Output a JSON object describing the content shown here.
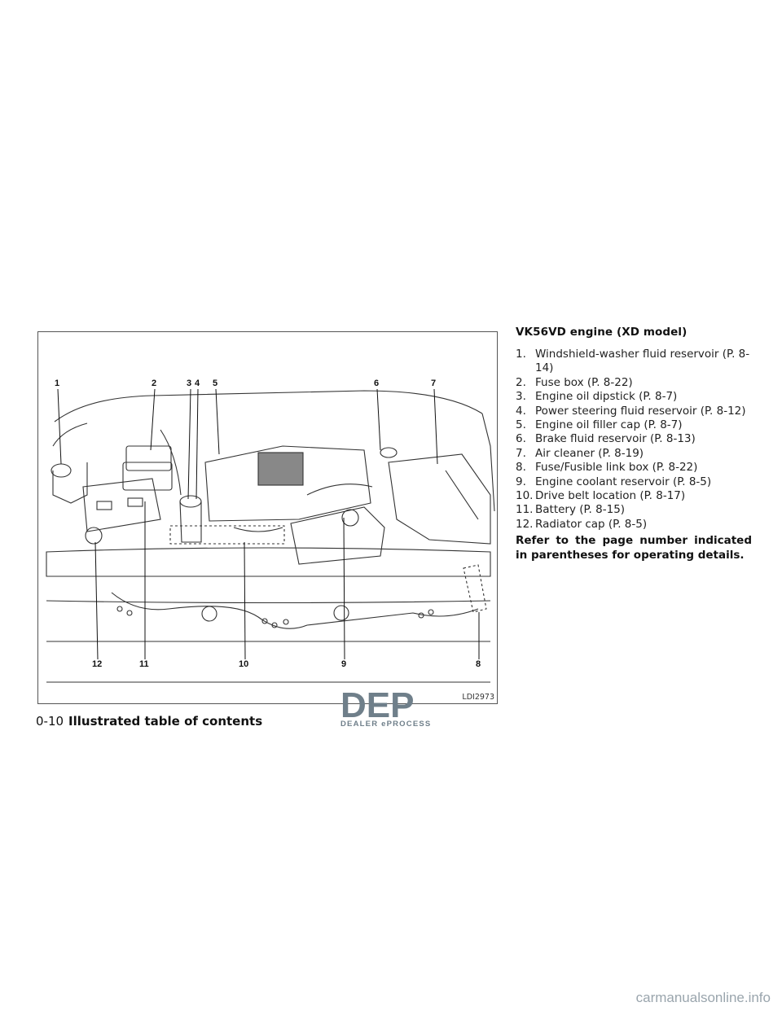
{
  "figure": {
    "callouts_top": [
      "1",
      "2",
      "3",
      "4",
      "5",
      "6",
      "7"
    ],
    "callouts_bottom": [
      "12",
      "11",
      "10",
      "9",
      "8"
    ],
    "figure_id": "LDI2973"
  },
  "section": {
    "title": "VK56VD engine (XD model)",
    "items": [
      {
        "num": "1.",
        "text": "Windshield-washer fluid reservoir (P. 8-14)"
      },
      {
        "num": "2.",
        "text": "Fuse box (P. 8-22)"
      },
      {
        "num": "3.",
        "text": "Engine oil dipstick (P. 8-7)"
      },
      {
        "num": "4.",
        "text": "Power steering fluid reservoir (P. 8-12)"
      },
      {
        "num": "5.",
        "text": "Engine oil filler cap (P. 8-7)"
      },
      {
        "num": "6.",
        "text": "Brake fluid reservoir (P. 8-13)"
      },
      {
        "num": "7.",
        "text": "Air cleaner (P. 8-19)"
      },
      {
        "num": "8.",
        "text": "Fuse/Fusible link box (P. 8-22)"
      },
      {
        "num": "9.",
        "text": "Engine coolant reservoir (P. 8-5)"
      },
      {
        "num": "10.",
        "text": "Drive belt location (P. 8-17)"
      },
      {
        "num": "11.",
        "text": "Battery (P. 8-15)"
      },
      {
        "num": "12.",
        "text": "Radiator cap (P. 8-5)"
      }
    ],
    "note": "Refer to the page number indicated in parentheses for operating details."
  },
  "footer": {
    "page_number": "0-10",
    "title": "Illustrated table of contents"
  },
  "watermark": {
    "logo": "DEP",
    "tagline": "DEALER ePROCESS"
  },
  "site": "carmanualsonline.info",
  "colors": {
    "line": "#222222",
    "watermark": "#6f7f8a"
  }
}
